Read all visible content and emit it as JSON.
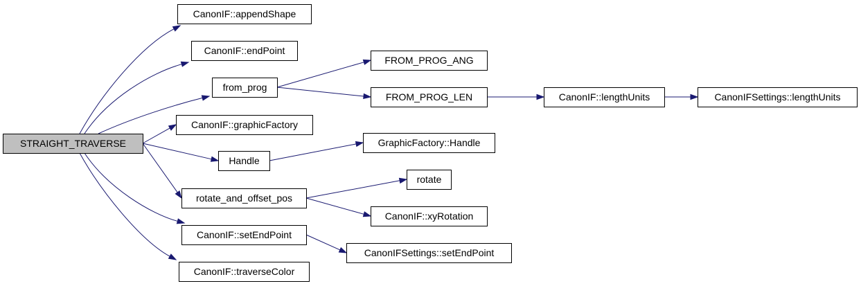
{
  "graph": {
    "nodes": [
      {
        "id": "straight_traverse",
        "label": "STRAIGHT_TRAVERSE",
        "root": true
      },
      {
        "id": "append_shape",
        "label": "CanonIF::appendShape"
      },
      {
        "id": "end_point",
        "label": "CanonIF::endPoint"
      },
      {
        "id": "from_prog",
        "label": "from_prog"
      },
      {
        "id": "graphic_factory",
        "label": "CanonIF::graphicFactory"
      },
      {
        "id": "handle",
        "label": "Handle"
      },
      {
        "id": "rotate_and_offset_pos",
        "label": "rotate_and_offset_pos"
      },
      {
        "id": "set_end_point",
        "label": "CanonIF::setEndPoint"
      },
      {
        "id": "traverse_color",
        "label": "CanonIF::traverseColor"
      },
      {
        "id": "from_prog_ang",
        "label": "FROM_PROG_ANG"
      },
      {
        "id": "from_prog_len",
        "label": "FROM_PROG_LEN"
      },
      {
        "id": "gf_handle",
        "label": "GraphicFactory::Handle"
      },
      {
        "id": "rotate",
        "label": "rotate"
      },
      {
        "id": "xy_rotation",
        "label": "CanonIF::xyRotation"
      },
      {
        "id": "settings_set_end_point",
        "label": "CanonIFSettings::setEndPoint"
      },
      {
        "id": "length_units",
        "label": "CanonIF::lengthUnits"
      },
      {
        "id": "settings_length_units",
        "label": "CanonIFSettings::lengthUnits"
      }
    ],
    "edges": [
      {
        "from": "straight_traverse",
        "to": "append_shape"
      },
      {
        "from": "straight_traverse",
        "to": "end_point"
      },
      {
        "from": "straight_traverse",
        "to": "from_prog"
      },
      {
        "from": "straight_traverse",
        "to": "graphic_factory"
      },
      {
        "from": "straight_traverse",
        "to": "handle"
      },
      {
        "from": "straight_traverse",
        "to": "rotate_and_offset_pos"
      },
      {
        "from": "straight_traverse",
        "to": "set_end_point"
      },
      {
        "from": "straight_traverse",
        "to": "traverse_color"
      },
      {
        "from": "from_prog",
        "to": "from_prog_ang"
      },
      {
        "from": "from_prog",
        "to": "from_prog_len"
      },
      {
        "from": "from_prog_len",
        "to": "length_units"
      },
      {
        "from": "length_units",
        "to": "settings_length_units"
      },
      {
        "from": "handle",
        "to": "gf_handle"
      },
      {
        "from": "rotate_and_offset_pos",
        "to": "rotate"
      },
      {
        "from": "rotate_and_offset_pos",
        "to": "xy_rotation"
      },
      {
        "from": "set_end_point",
        "to": "settings_set_end_point"
      }
    ],
    "colors": {
      "edge": "#191970",
      "root_fill": "#bfbfbf",
      "node_fill": "#ffffff",
      "node_border": "#000000"
    }
  }
}
